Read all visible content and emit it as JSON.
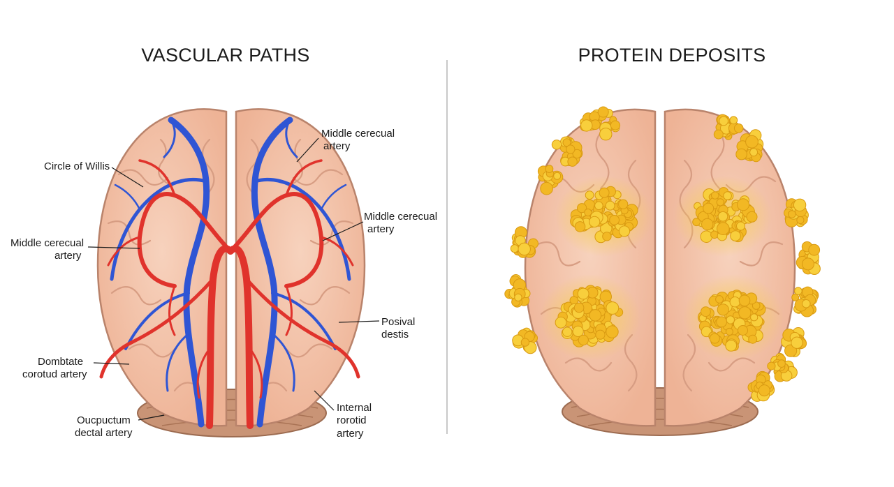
{
  "panels": {
    "left": {
      "title": "VASCULAR PATHS"
    },
    "right": {
      "title": "PROTEIN DEPOSITS"
    }
  },
  "labels": {
    "circle_of_willis": "Circle of Willis",
    "middle_top_1": "Middle cerecual",
    "middle_top_2": "artery",
    "middle_right_1": "Middle cerecual",
    "middle_right_2": "artery",
    "middle_left_1": "Middle cerecual",
    "middle_left_2": "artery",
    "posival_1": "Posival",
    "posival_2": "destis",
    "dombtate_1": "Dombtate",
    "dombtate_2": "corotud artery",
    "internal_1": "Internal",
    "internal_2": "rorotid",
    "internal_3": "artery",
    "oucpuctum_1": "Oucpuctum",
    "oucpuctum_2": "dectal artery"
  },
  "colors": {
    "brain_fill": "#f3c3a8",
    "brain_outline": "#b9836b",
    "gyri": "#d79d83",
    "cerebellum": "#c99476",
    "artery": "#e0332c",
    "vein": "#2f55d4",
    "deposit": "#f4c02e",
    "deposit_halo": "#f7d468"
  }
}
